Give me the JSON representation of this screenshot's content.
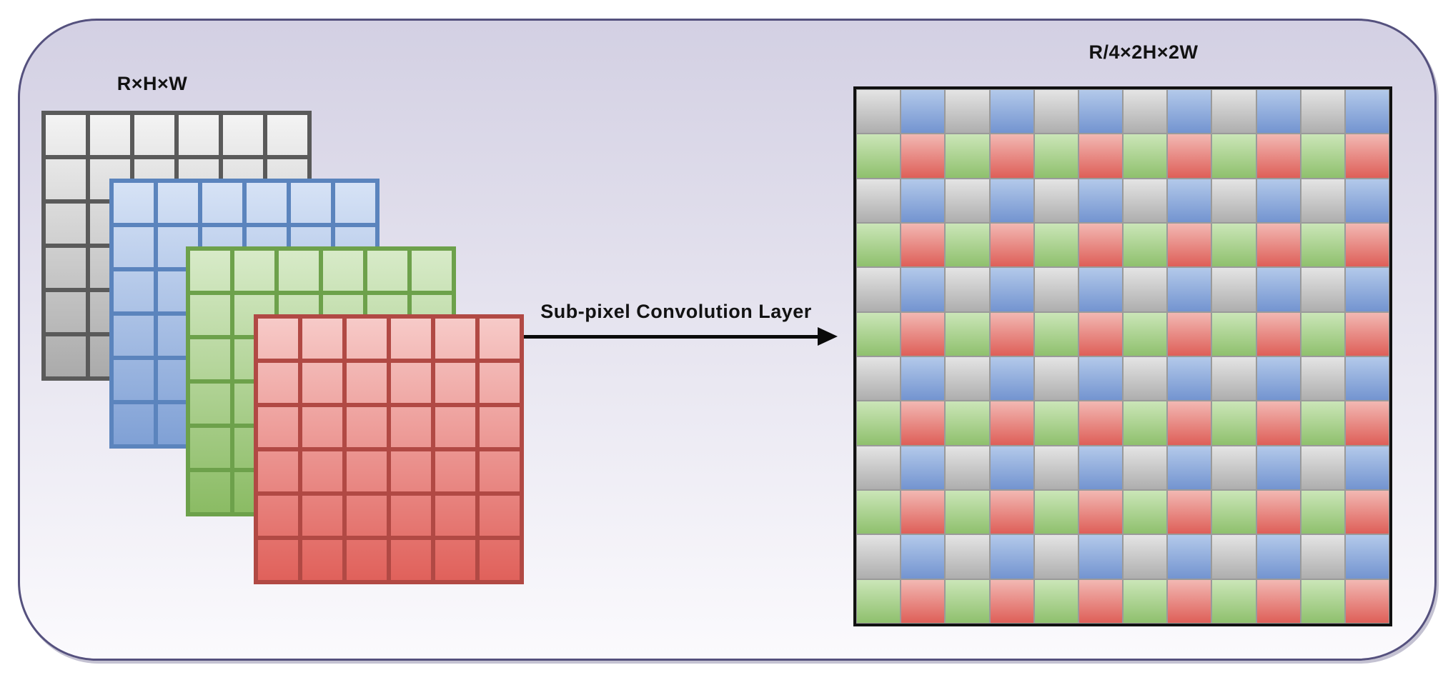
{
  "panel": {
    "background_top": "#d3d0e3",
    "background_bottom": "#fbfafd",
    "border_color": "#55517e"
  },
  "labels": {
    "input_dims": "R×H×W",
    "output_dims": "R/4×2H×2W",
    "arrow": "Sub-pixel Convolution Layer"
  },
  "arrow": {
    "color": "#0a0a0a",
    "direction": "right"
  },
  "input_stack": {
    "rows": 6,
    "cols": 6,
    "channels": [
      {
        "name": "gray",
        "fill_top": "#f4f4f4",
        "fill_bottom": "#aaaaaa",
        "border": "#5a5a5a"
      },
      {
        "name": "blue",
        "fill_top": "#d7e3f6",
        "fill_bottom": "#7fa0d5",
        "border": "#5b84bd"
      },
      {
        "name": "green",
        "fill_top": "#d8ebc9",
        "fill_bottom": "#8abb63",
        "border": "#6da14b"
      },
      {
        "name": "red",
        "fill_top": "#f7cbc9",
        "fill_bottom": "#e0605a",
        "border": "#b14944"
      }
    ]
  },
  "output_grid": {
    "rows": 12,
    "cols": 12,
    "block_pattern": [
      [
        "gray",
        "blue"
      ],
      [
        "green",
        "red"
      ]
    ],
    "cell_colors": {
      "gray": {
        "top": "#e4e4e4",
        "bottom": "#aeaeae"
      },
      "blue": {
        "top": "#b3c9ea",
        "bottom": "#7394d0"
      },
      "green": {
        "top": "#cbe6b8",
        "bottom": "#8fc06d"
      },
      "red": {
        "top": "#f2b8b3",
        "bottom": "#de5f58"
      }
    },
    "cell_border": "#9a9a9a",
    "outer_border": "#111111"
  }
}
